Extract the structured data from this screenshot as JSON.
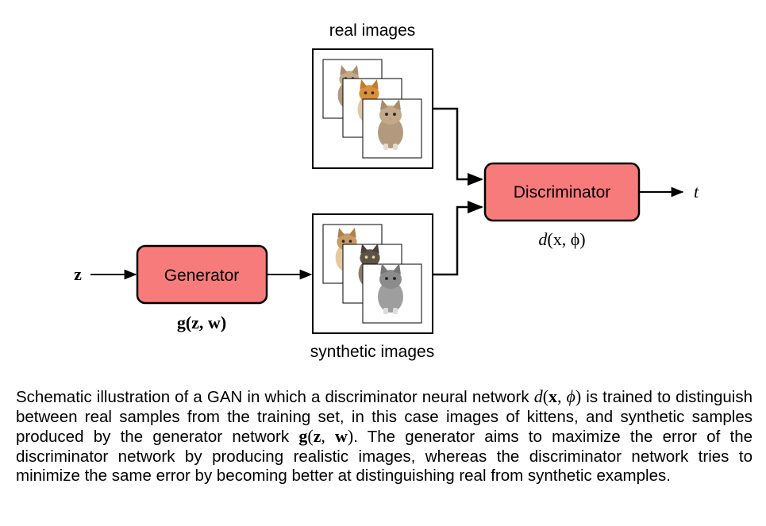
{
  "diagram": {
    "real_label": "real images",
    "synthetic_label": "synthetic images",
    "generator_label": "Generator",
    "discriminator_label": "Discriminator",
    "input_symbol": "z",
    "output_symbol": "t",
    "generator_func": "g",
    "generator_args": "(z, w)",
    "discriminator_func": "d",
    "discriminator_args": "(x, ϕ)",
    "box_fill": "#f87b7b",
    "card_images": [
      "kitten",
      "kitten",
      "kitten"
    ]
  },
  "caption": {
    "part1": "Schematic illustration of a GAN in which a discriminator neural network ",
    "d": "d",
    "d_args_open": "(",
    "x": "x",
    "comma": ", ",
    "phi": "ϕ",
    "close": ")",
    "part2": " is trained to distinguish between real samples from the training set, in this case images of kittens, and synthetic samples produced by the generator network ",
    "g": "g",
    "z": "z",
    "w": "w",
    "part3": ". The generator aims to maximize the error of the discriminator network by producing realistic images, whereas the discriminator network tries to minimize the same error by becoming better at distinguishing real from synthetic examples."
  }
}
